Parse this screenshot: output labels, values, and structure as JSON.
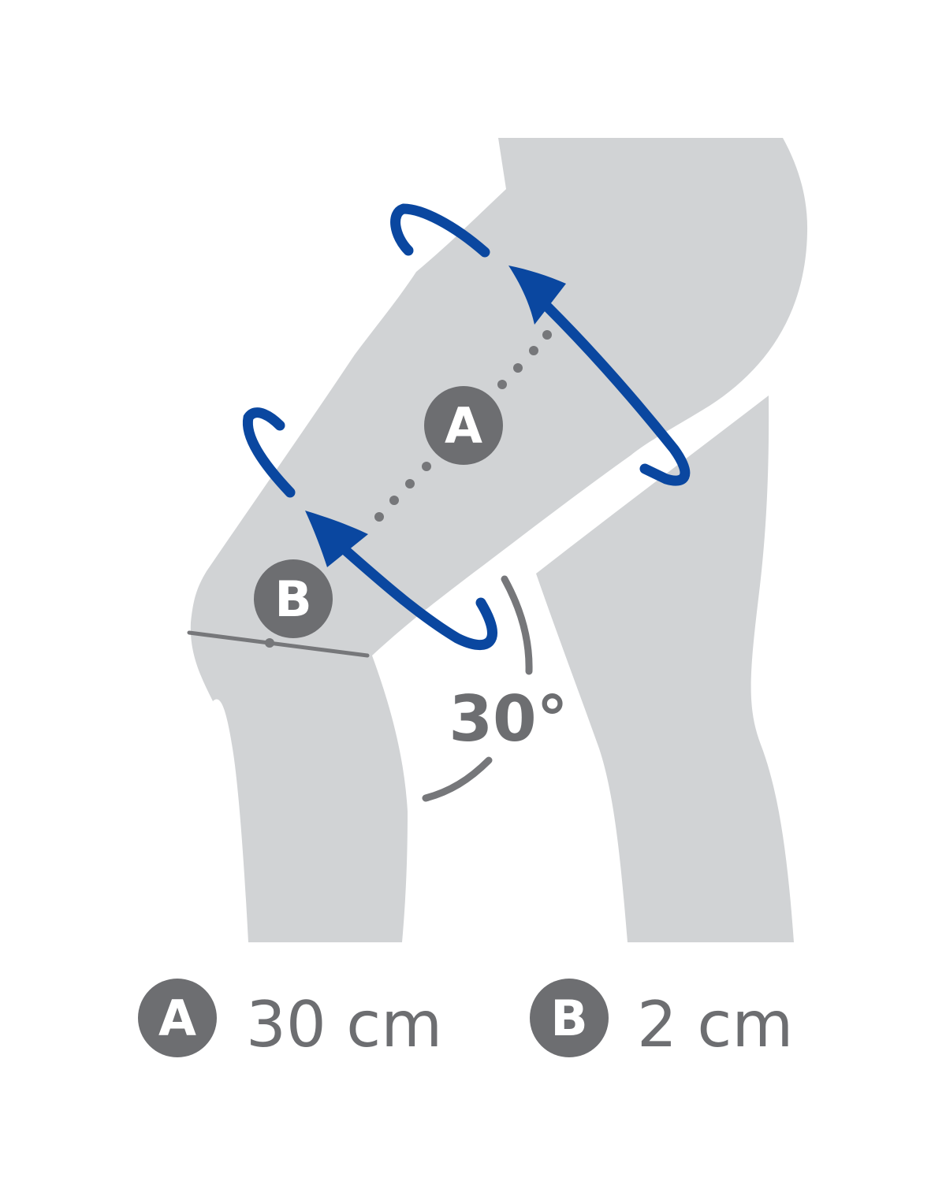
{
  "markers": {
    "a": "A",
    "b": "B"
  },
  "angle": {
    "label": "30°"
  },
  "legend": [
    {
      "marker": "A",
      "value": "30 cm"
    },
    {
      "marker": "B",
      "value": "2 cm"
    }
  ],
  "colors": {
    "leg": "#d1d3d5",
    "measure_arrow": "#0a47a0",
    "badge": "#6d6e71"
  }
}
